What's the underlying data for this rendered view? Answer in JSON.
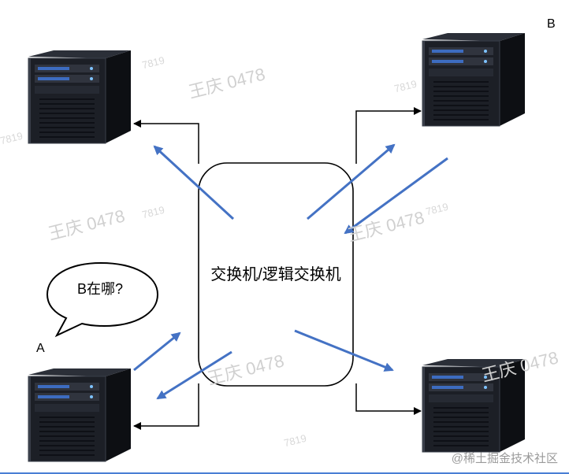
{
  "labels": {
    "host_b": "B",
    "host_a": "A",
    "switch": "交换机/逻辑交换机",
    "speech": "B在哪?"
  },
  "watermarks": {
    "name_1": "王庆 0478",
    "name_2": "王庆 0478",
    "name_3": "王庆 0478",
    "name_4": "王庆 0478",
    "name_5": "王庆 0478",
    "id_1": "7819",
    "id_2": "7819",
    "id_3": "7819",
    "id_4": "7819",
    "id_5": "7819",
    "id_6": "7819"
  },
  "footer": {
    "credit": "@稀土掘金技术社区"
  },
  "colors": {
    "packet_arrow": "#4472c4",
    "link_line": "#000000",
    "server_body": "#1c1f26",
    "bottom_rule": "#4a7fd4"
  },
  "icons": [
    "server-icon",
    "speech-bubble-icon"
  ]
}
